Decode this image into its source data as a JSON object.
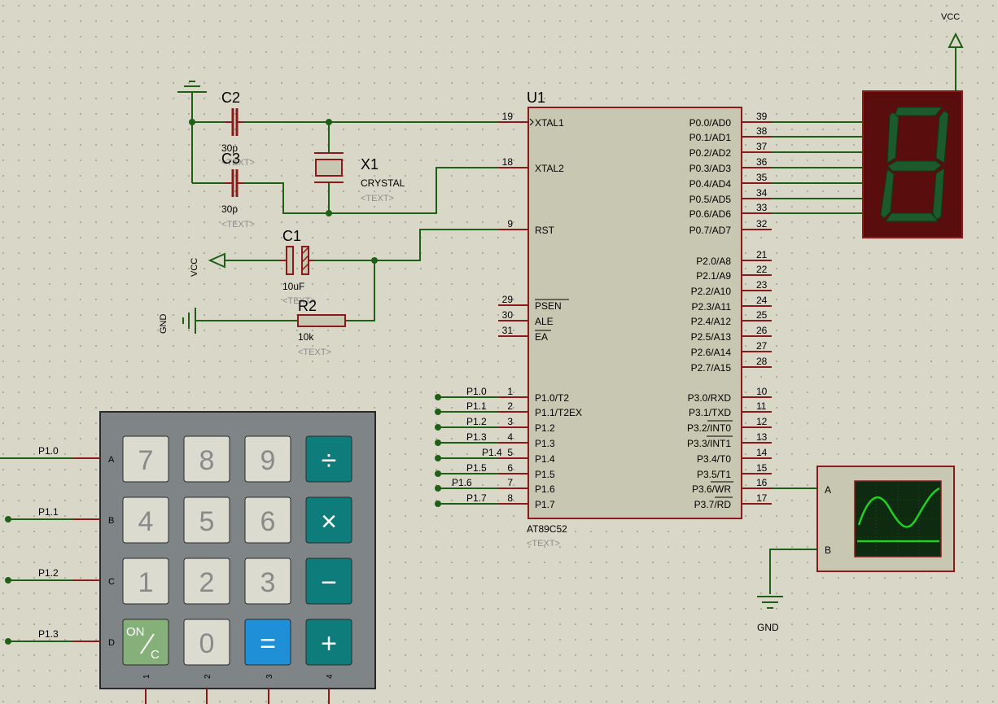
{
  "colors": {
    "background": "#d9d8c8",
    "grid_dot": "#8a8a82",
    "wire": "#1f5f16",
    "pin": "#8b1a1a",
    "body_fill": "#c8c8b2",
    "body_stroke": "#8b1a1a",
    "text": "#000000",
    "placeholder": "#8c8c8c",
    "seg_bg": "#5a0d0d",
    "seg_on": "#1c5a2c",
    "scope_screen": "#0e2a10",
    "scope_trace": "#22d022",
    "keypad_body": "#7f8587",
    "key_gray": "#dcdbd0",
    "key_teal": "#0f7c7c",
    "key_green": "#86b07a",
    "key_blue": "#1f90d8"
  },
  "power": {
    "vcc_top": "VCC",
    "vcc_c1": "VCC",
    "gnd_r2": "GND",
    "gnd_scope": "GND"
  },
  "components": {
    "c2": {
      "ref": "C2",
      "value": "30p",
      "text": "<TEXT>"
    },
    "c3": {
      "ref": "C3",
      "value": "30p",
      "text": "<TEXT>"
    },
    "x1": {
      "ref": "X1",
      "value": "CRYSTAL",
      "text": "<TEXT>"
    },
    "c1": {
      "ref": "C1",
      "value": "10uF",
      "text": "<TEXT>"
    },
    "r2": {
      "ref": "R2",
      "value": "10k",
      "text": "<TEXT>"
    }
  },
  "mcu": {
    "ref": "U1",
    "part": "AT89C52",
    "text": "<TEXT>",
    "left_pins": [
      {
        "num": "19",
        "name": "XTAL1"
      },
      {
        "num": "18",
        "name": "XTAL2"
      },
      {
        "num": "9",
        "name": "RST"
      },
      {
        "num": "29",
        "name": "PSEN"
      },
      {
        "num": "30",
        "name": "ALE"
      },
      {
        "num": "31",
        "name": "EA"
      },
      {
        "num": "1",
        "name": "P1.0/T2"
      },
      {
        "num": "2",
        "name": "P1.1/T2EX"
      },
      {
        "num": "3",
        "name": "P1.2"
      },
      {
        "num": "4",
        "name": "P1.3"
      },
      {
        "num": "5",
        "name": "P1.4"
      },
      {
        "num": "6",
        "name": "P1.5"
      },
      {
        "num": "7",
        "name": "P1.6"
      },
      {
        "num": "8",
        "name": "P1.7"
      }
    ],
    "right_pins": [
      {
        "num": "39",
        "name": "P0.0/AD0"
      },
      {
        "num": "38",
        "name": "P0.1/AD1"
      },
      {
        "num": "37",
        "name": "P0.2/AD2"
      },
      {
        "num": "36",
        "name": "P0.3/AD3"
      },
      {
        "num": "35",
        "name": "P0.4/AD4"
      },
      {
        "num": "34",
        "name": "P0.5/AD5"
      },
      {
        "num": "33",
        "name": "P0.6/AD6"
      },
      {
        "num": "32",
        "name": "P0.7/AD7"
      },
      {
        "num": "21",
        "name": "P2.0/A8"
      },
      {
        "num": "22",
        "name": "P2.1/A9"
      },
      {
        "num": "23",
        "name": "P2.2/A10"
      },
      {
        "num": "24",
        "name": "P2.3/A11"
      },
      {
        "num": "25",
        "name": "P2.4/A12"
      },
      {
        "num": "26",
        "name": "P2.5/A13"
      },
      {
        "num": "27",
        "name": "P2.6/A14"
      },
      {
        "num": "28",
        "name": "P2.7/A15"
      },
      {
        "num": "10",
        "name": "P3.0/RXD"
      },
      {
        "num": "11",
        "name": "P3.1/TXD"
      },
      {
        "num": "12",
        "name": "P3.2/INT0"
      },
      {
        "num": "13",
        "name": "P3.3/INT1"
      },
      {
        "num": "14",
        "name": "P3.4/T0"
      },
      {
        "num": "15",
        "name": "P3.5/T1"
      },
      {
        "num": "16",
        "name": "P3.6/WR"
      },
      {
        "num": "17",
        "name": "P3.7/RD"
      }
    ]
  },
  "port1_labels": [
    "P1.0",
    "P1.1",
    "P1.2",
    "P1.3",
    "P1.4",
    "P1.5",
    "P1.6",
    "P1.7"
  ],
  "keypad": {
    "rows": [
      "A",
      "B",
      "C",
      "D"
    ],
    "cols": [
      "1",
      "2",
      "3",
      "4"
    ],
    "row_labels": [
      "P1.0",
      "P1.1",
      "P1.2",
      "P1.3"
    ],
    "keys": [
      [
        "7",
        "8",
        "9",
        "÷"
      ],
      [
        "4",
        "5",
        "6",
        "×"
      ],
      [
        "1",
        "2",
        "3",
        "−"
      ],
      [
        "ON/C",
        "0",
        "=",
        "+"
      ]
    ],
    "on_top": "ON",
    "on_bottom": "C"
  },
  "scope": {
    "channels": [
      "A",
      "B"
    ]
  }
}
